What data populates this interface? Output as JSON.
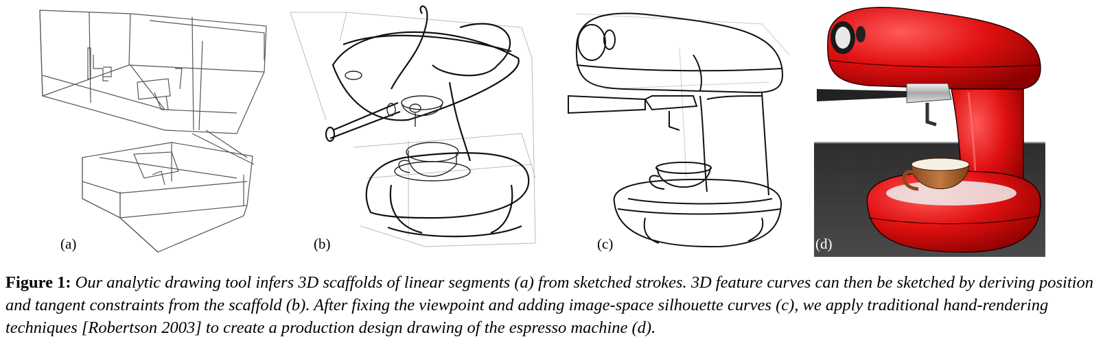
{
  "panels": [
    {
      "id": "a",
      "label": "(a)"
    },
    {
      "id": "b",
      "label": "(b)"
    },
    {
      "id": "c",
      "label": "(c)"
    },
    {
      "id": "d",
      "label": "(d)"
    }
  ],
  "caption": {
    "lead": "Figure 1:",
    "text": "Our analytic drawing tool infers 3D scaffolds of linear segments (a) from sketched strokes. 3D feature curves can then be sketched by deriving position and tangent constraints from the scaffold (b). After fixing the viewpoint and adding image-space silhouette curves (c), we apply traditional hand-rendering techniques [Robertson 2003] to create a production design drawing of the espresso machine (d)."
  },
  "colors": {
    "machine_red": "#e01010",
    "cup_brown": "#b06a35",
    "background_dark": "#3a3a3a"
  }
}
